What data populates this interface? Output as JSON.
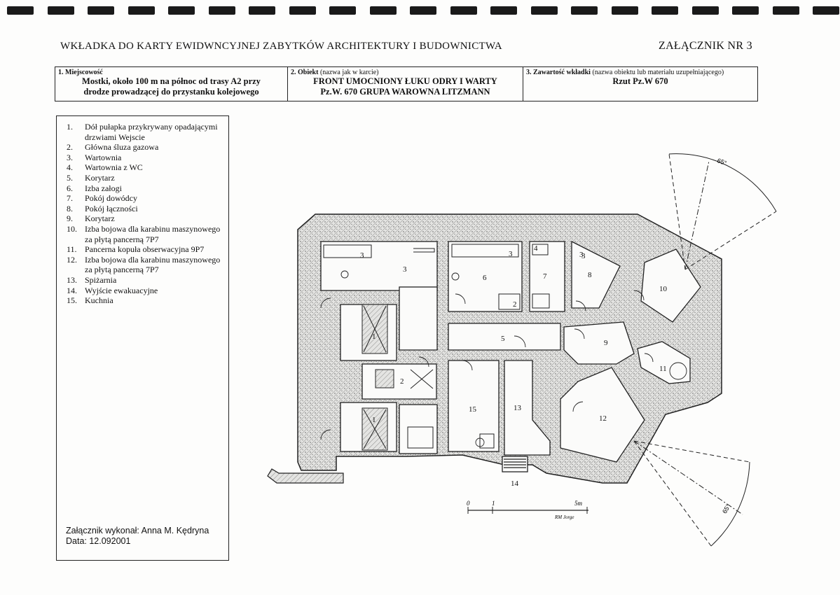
{
  "header": {
    "title": "WKŁADKA DO KARTY EWIDWNCYJNEJ ZABYTKÓW ARCHITEKTURY I BUDOWNICTWA",
    "annex": "ZAŁĄCZNIK NR 3"
  },
  "fields": [
    {
      "label_bold": "1. Miejscowość",
      "label_rest": "",
      "value_1": "Mostki, około 100 m na północ od trasy A2 przy",
      "value_2": "drodze prowadzącej do przystanku kolejowego"
    },
    {
      "label_bold": "2. Obiekt",
      "label_rest": " (nazwa jak w karcie)",
      "value_1": "FRONT UMOCNIONY ŁUKU ODRY I WARTY",
      "value_2": "Pz.W. 670 GRUPA WAROWNA LITZMANN"
    },
    {
      "label_bold": "3. Zawartość wkładki",
      "label_rest": " (nazwa obiektu lub materiału uzupełniającego)",
      "value_1": "Rzut Pz.W 670",
      "value_2": ""
    }
  ],
  "legend": [
    {
      "n": "1.",
      "t": "Dół pułapka przykrywany opadającymi drzwiami Wejscie"
    },
    {
      "n": "2.",
      "t": "Główna śluza gazowa"
    },
    {
      "n": "3.",
      "t": "Wartownia"
    },
    {
      "n": "4.",
      "t": "Wartownia z WC"
    },
    {
      "n": "5.",
      "t": "Korytarz"
    },
    {
      "n": "6.",
      "t": "Izba załogi"
    },
    {
      "n": "7.",
      "t": "Pokój dowódcy"
    },
    {
      "n": "8.",
      "t": "Pokój łączności"
    },
    {
      "n": "9.",
      "t": "Korytarz"
    },
    {
      "n": "10.",
      "t": "Izba bojowa dla karabinu maszynowego za płytą pancerną 7P7"
    },
    {
      "n": "11.",
      "t": "Pancerna kopuła obserwacyjna 9P7"
    },
    {
      "n": "12.",
      "t": "Izba bojowa dla karabinu maszynowego za płytą pancerną 7P7"
    },
    {
      "n": "13.",
      "t": "Spiżarnia"
    },
    {
      "n": "14.",
      "t": "Wyjście ewakuacyjne"
    },
    {
      "n": "15.",
      "t": "Kuchnia"
    }
  ],
  "footer": {
    "author": "Załącznik wykonał: Anna M. Kędryna",
    "date": "Data: 12.092001"
  },
  "plan": {
    "room_labels": [
      "1",
      "2",
      "3",
      "3",
      "3",
      "6",
      "3",
      "2",
      "7",
      "4",
      "3",
      "8",
      "10",
      "5",
      "9",
      "11",
      "1",
      "15",
      "13",
      "12",
      "14"
    ],
    "angle_label_1": "65°",
    "angle_label_2": "65°",
    "scale_0": "0",
    "scale_1": "1",
    "scale_5": "5m",
    "signature": "RM Jorge"
  }
}
